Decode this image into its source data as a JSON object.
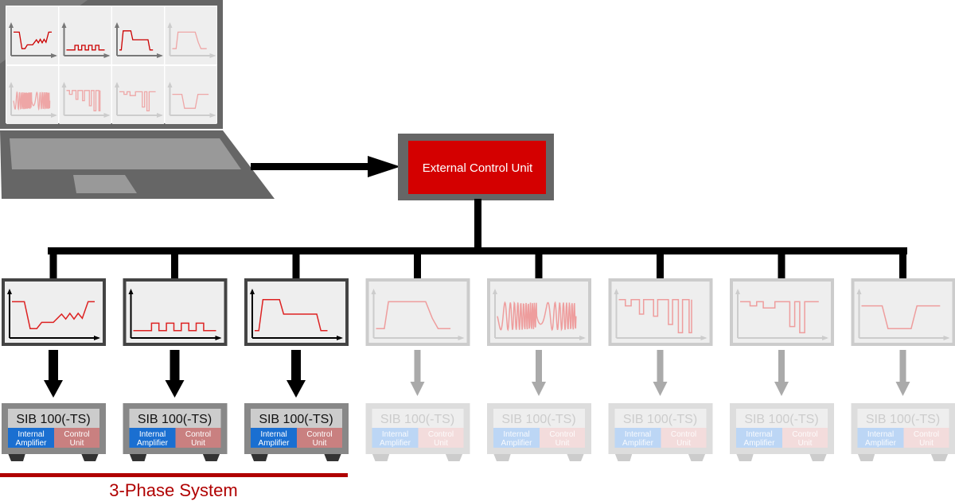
{
  "ecu": {
    "label": "External Control Unit"
  },
  "device": {
    "title": "SIB 100(-TS)",
    "left_line1": "Internal",
    "left_line2": "Amplifier",
    "right_line1": "Control",
    "right_line2": "Unit"
  },
  "channels": [
    {
      "active": true,
      "wave": "ramp-ripple"
    },
    {
      "active": true,
      "wave": "pulses"
    },
    {
      "active": true,
      "wave": "step-plateau"
    },
    {
      "active": false,
      "wave": "trapezoid"
    },
    {
      "active": false,
      "wave": "chirp"
    },
    {
      "active": false,
      "wave": "dips"
    },
    {
      "active": false,
      "wave": "notches"
    },
    {
      "active": false,
      "wave": "well"
    }
  ],
  "group": {
    "label": "3-Phase System"
  },
  "colors": {
    "accent": "#cc0000",
    "group": "#b00000",
    "blue": "#1a6fd1",
    "pink": "#c98080"
  }
}
